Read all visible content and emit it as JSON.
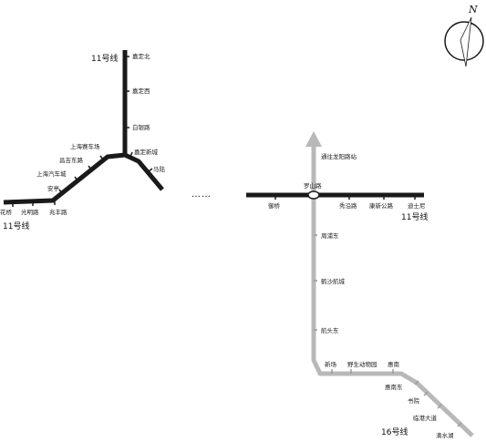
{
  "map": {
    "line11_colour": "#1a1a1a",
    "line16_colour": "#b8b8b8",
    "left_segment": {
      "stations": [
        {
          "name": "嘉定北"
        },
        {
          "name": "嘉定西"
        },
        {
          "name": "白银路"
        },
        {
          "name": "嘉定新城"
        },
        {
          "name": "马陆"
        },
        {
          "name": "上海赛车场"
        },
        {
          "name": "昌吉东路"
        },
        {
          "name": "上海汽车城"
        },
        {
          "name": "安亭"
        },
        {
          "name": "花桥"
        },
        {
          "name": "光明路"
        },
        {
          "name": "兆丰路"
        }
      ],
      "label_top": "11号线",
      "label_bottom": "11号线"
    },
    "ellipsis": "……",
    "right_segment": {
      "line11_stations": [
        {
          "name": "御桥"
        },
        {
          "name": "罗山路"
        },
        {
          "name": "秀沿路"
        },
        {
          "name": "康新公路"
        },
        {
          "name": "迪士尼"
        }
      ],
      "line11_label": "11号线",
      "extension_label": "通往龙阳路站",
      "line16_stations": [
        {
          "name": "周浦东"
        },
        {
          "name": "鹤沙航城"
        },
        {
          "name": "航头东"
        },
        {
          "name": "新场"
        },
        {
          "name": "野生动物园"
        },
        {
          "name": "惠南"
        },
        {
          "name": "惠南东"
        },
        {
          "name": "书院"
        },
        {
          "name": "临港大道"
        },
        {
          "name": "滴水湖"
        }
      ],
      "line16_label": "16号线"
    },
    "compass": {
      "north_label": "N",
      "icon": "compass-icon"
    }
  }
}
